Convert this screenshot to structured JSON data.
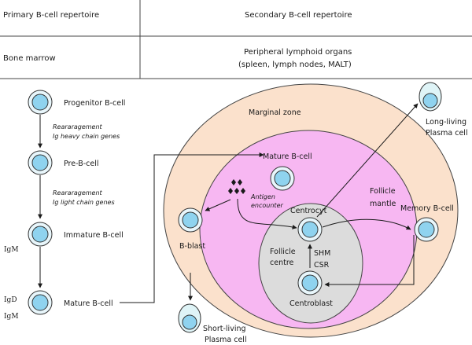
{
  "header": {
    "col1_title": "Primary B-cell repertoire",
    "col2_title": "Secondary B-cell repertoire",
    "col1_location": "Bone marrow",
    "col2_location_line1": "Peripheral lymphoid organs",
    "col2_location_line2": "(spleen, lymph nodes, MALT)"
  },
  "primary": {
    "progenitor": "Progenitor B-cell",
    "rearr1_line1": "Reararagement",
    "rearr1_line2": "Ig heavy chain genes",
    "preb": "Pre-B-cell",
    "rearr2_line1": "Reararagement",
    "rearr2_line2": "Ig light chain genes",
    "immature": "Immature B-cell",
    "igm1": "IgM",
    "mature": "Mature B-cell",
    "igd": "IgD",
    "igm2": "IgM"
  },
  "secondary": {
    "marginal_zone": "Marginal zone",
    "mature_bcell": "Mature B-cell",
    "antigen_line1": "Antigen",
    "antigen_line2": "encounter",
    "follicle_mantle_line1": "Follicle",
    "follicle_mantle_line2": "mantle",
    "bblast": "B-blast",
    "centrocyt": "Centrocyt",
    "follicle_centre_line1": "Follicle",
    "follicle_centre_line2": "centre",
    "shm": "SHM",
    "csr": "CSR",
    "centroblast": "Centroblast",
    "memory": "Memory B-cell",
    "long_line1": "Long-living",
    "long_line2": "Plasma cell",
    "short_line1": "Short-living",
    "short_line2": "Plasma cell"
  },
  "colors": {
    "marginal_zone": "#fbe1cc",
    "follicle_mantle": "#f7b7f2",
    "follicle_centre": "#dcdcdc",
    "cell_fill": "#8fd3ef",
    "cell_outer": "#e8f6fb",
    "plasma_fill": "#dff4f7"
  }
}
